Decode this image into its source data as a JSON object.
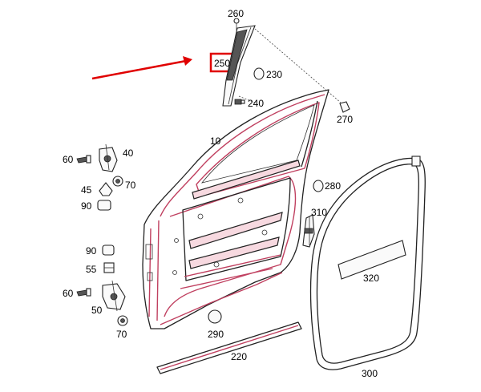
{
  "diagram": {
    "callouts": {
      "c260": "260",
      "c250": "250",
      "c230": "230",
      "c240": "240",
      "c270": "270",
      "c10": "10",
      "c60a": "60",
      "c40": "40",
      "c45": "45",
      "c70a": "70",
      "c90a": "90",
      "c280": "280",
      "c310": "310",
      "c90b": "90",
      "c55": "55",
      "c60b": "60",
      "c50": "50",
      "c70b": "70",
      "c290": "290",
      "c220": "220",
      "c320": "320",
      "c300": "300"
    },
    "highlighted_callout": "250",
    "highlight_color": "#e00000",
    "line_color": "#c04060"
  }
}
